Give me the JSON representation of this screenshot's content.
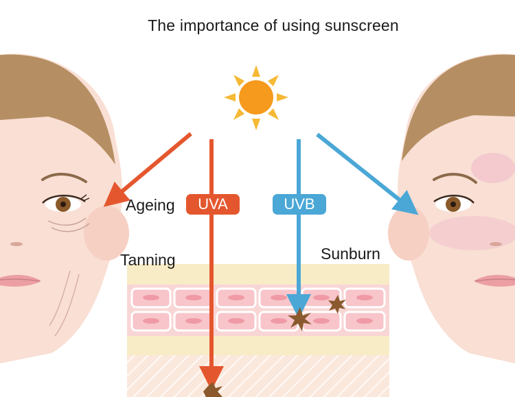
{
  "title": "The importance of using sunscreen",
  "labels": {
    "ageing": "Ageing",
    "tanning": "Tanning",
    "sunburn": "Sunburn"
  },
  "badges": {
    "uva": "UVA",
    "uvb": "UVB"
  },
  "colors": {
    "uva": "#e4572e",
    "uvb": "#4aa7d6",
    "sun": "#f59a1c",
    "sun_rays": "#f5b935",
    "skin": "#f9dfd4",
    "hair": "#b58f63",
    "skin_layer_top": "#f8ecc6",
    "skin_cells": "#f7c9cd"
  },
  "icons": [
    "sun-icon",
    "damage-star-icon"
  ]
}
